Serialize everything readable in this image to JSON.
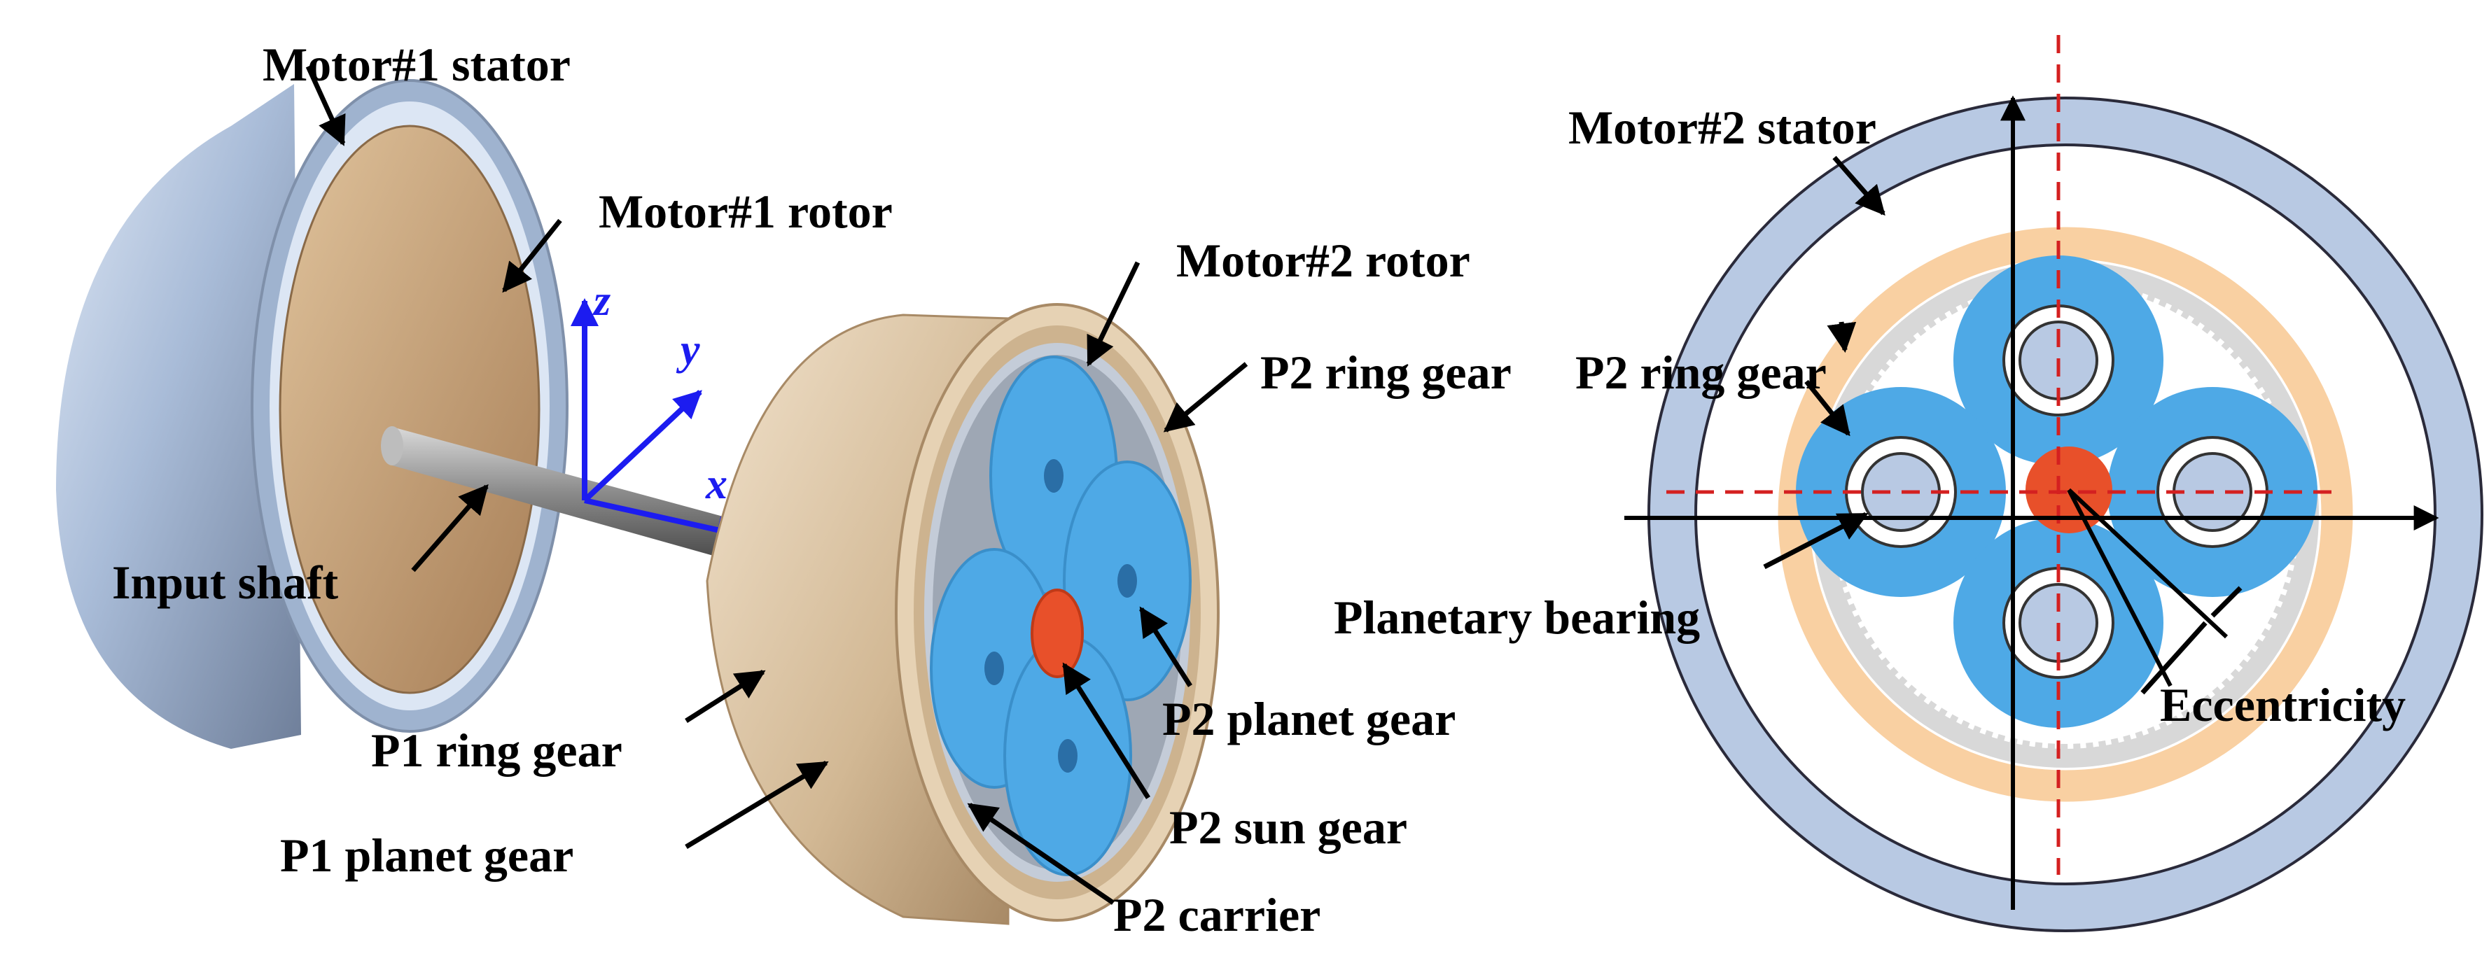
{
  "labels": {
    "motor1_stator": "Motor#1 stator",
    "motor1_rotor": "Motor#1 rotor",
    "input_shaft": "Input shaft",
    "motor2_rotor": "Motor#2 rotor",
    "p2_ring_gear": "P2 ring gear",
    "p1_ring_gear": "P1 ring gear",
    "p1_planet_gear": "P1 planet gear",
    "p2_planet_gear": "P2 planet gear",
    "p2_sun_gear": "P2 sun gear",
    "p2_carrier": "P2 carrier",
    "motor2_stator": "Motor#2 stator",
    "p2_ring_gear_right": "P2 ring gear",
    "planetary_bearing": "Planetary bearing",
    "eccentricity": "Eccentricity"
  },
  "axes": {
    "x": "x",
    "y": "y",
    "z": "z"
  },
  "colors": {
    "stator": "#b8c9e3",
    "rotor_tan": "#c9a47c",
    "housing": "#dcc6a8",
    "planet_blue": "#4ea9e6",
    "sun_red": "#e8502a",
    "ring_orange": "#f9d0a2",
    "ring_gray": "#d8d8d8",
    "axis_blue": "#1c1cf0",
    "center_line_red": "#d42020"
  }
}
